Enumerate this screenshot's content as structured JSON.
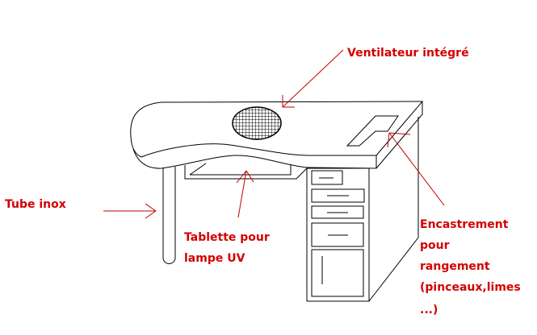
{
  "labels": {
    "fan": "Ventilateur intégré",
    "tube": "Tube inox",
    "tablet_line1": "Tablette pour",
    "tablet_line2": "lampe UV",
    "storage_lines": [
      "Encastrement",
      "pour",
      "rangement",
      "(pinceaux,limes",
      "...)"
    ]
  },
  "colors": {
    "annotation": "#d40000",
    "drawing": "#000000"
  }
}
